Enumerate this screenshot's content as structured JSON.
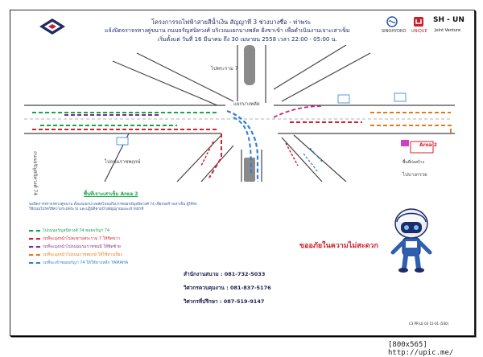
{
  "header": {
    "line1": "โครงการรถไฟฟ้าสายสีน้ำเงิน สัญญาที่ 3 ช่วงบางซื่อ - ท่าพระ",
    "line2": "แจ้งปิดจราจรทางคู่ขนาน ถนนจรัญสนิทวงศ์ บริเวณแยกบางพลัด ฝั่งขาเข้า เพื่อดำเนินงานเจาะเสาเข็ม",
    "line3": "เริ่มตั้งแต่ วันที่ 16 มีนาคม ถึง 30 เมษายน 2558 เวลา 22:00 - 05:00 น."
  },
  "brands": {
    "brand1": "SINOHYDRO",
    "brand2": "UNIQUE",
    "brand3_main": "SH - UN",
    "brand3_sub": "Joint Venture"
  },
  "map": {
    "road_center": "แยกบางพลัด",
    "area_label": "Area 2",
    "side_label_left": "ถนนจรัญสนิทวงศ์ 74",
    "side_label_left2": "ไปถนนราชพฤกษ์",
    "side_label_top": "ไปพระราม 7",
    "side_label_right": "ไปบางกรวย",
    "box_label": "พื้นที่ก่อสร้าง"
  },
  "legend": {
    "title": "พื้นที่เจาะเสาเข็ม Area 2",
    "note": "ขอปิดการจราจรทางคู่ขนาน ตั้งแต่แยกบางพลัดไปจนถึงปากซอยจรัญสนิทวงศ์ 74 เพื่อก่อสร้างเสาเข็ม ผู้ใช้รถใช้ถนนโปรดใช้ความระมัดระวัง และปฏิบัติตามป้ายสัญญาณและเจ้าหน้าที่",
    "items": [
      {
        "text": "ไปถนนจรัญสนิทวงศ์ 74 ซอยจรัญฯ 74",
        "color": "#1aa34a"
      },
      {
        "text": "รถที่จะมุ่งหน้าไปสะพานพระราม 7 ให้ชิดขวา",
        "color": "#d4202c"
      },
      {
        "text": "รถที่จะมุ่งหน้าไปถนนบรมราชชนนี ให้ชิดซ้าย",
        "color": "#7a2e8c"
      },
      {
        "text": "รถที่จะมุ่งหน้าไปถนนราชพฤกษ์ ให้ใช้ทางเบี่ยง",
        "color": "#e07a1f"
      },
      {
        "text": "รถที่จะเข้าซอยจรัญฯ 74 ให้ใช้ทางหลีก YAMAHA",
        "color": "#2f7fd0"
      }
    ]
  },
  "message": "ขออภัยในความไม่สะดวก",
  "contacts": [
    {
      "label": "สำนักงานสนาม : 081-732-5033"
    },
    {
      "label": "วิศวกรควบคุมงาน : 081-837-5176"
    },
    {
      "label": "วิศวกรที่ปรึกษา : 087-519-9147"
    }
  ],
  "doc_number": "C3 PR-LE 03 15-01 (500)",
  "watermark": "[800x565] http://upic.me/"
}
